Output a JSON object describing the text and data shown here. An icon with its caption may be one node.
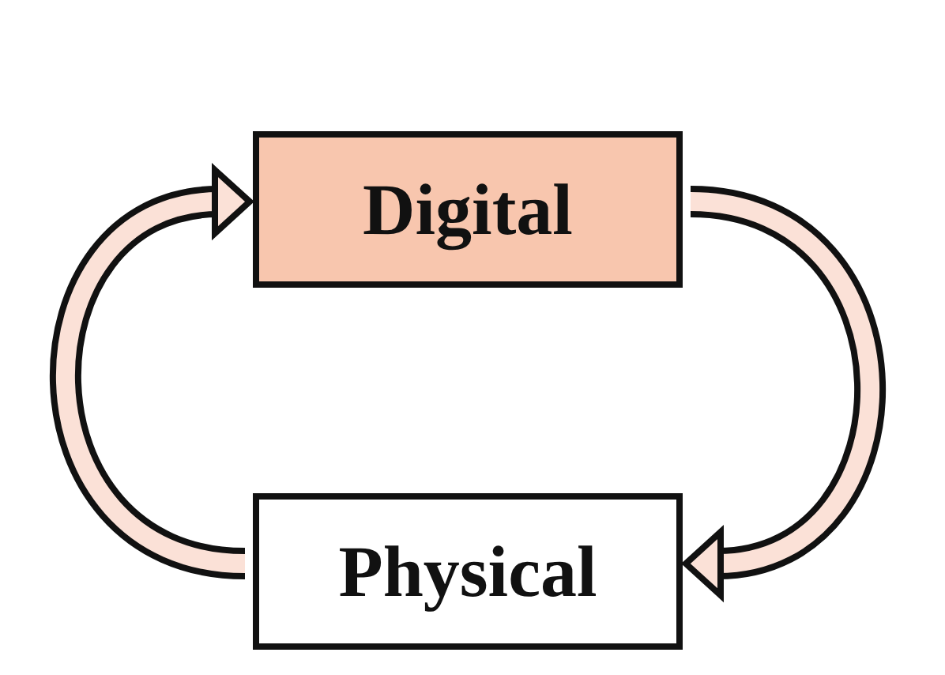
{
  "diagram": {
    "nodes": [
      {
        "text": [
          "Digital"
        ]
      },
      {
        "text": [
          "Physical"
        ]
      }
    ],
    "edges": [
      {
        "from": 0,
        "to": 1,
        "arrow": "to"
      },
      {
        "from": 1,
        "to": 0,
        "arrow": "to"
      }
    ]
  }
}
